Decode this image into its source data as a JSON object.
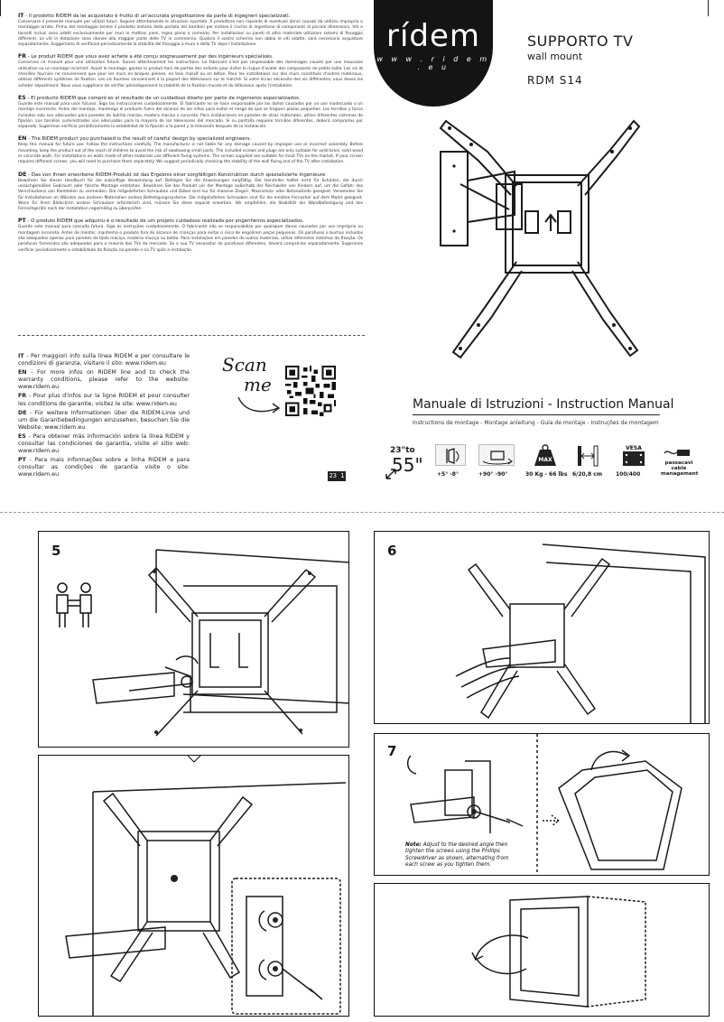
{
  "header": {
    "logo": "rídem",
    "logo_url": "w w w . r i d e m . e u",
    "title": "SUPPORTO TV",
    "subtitle": "wall mount",
    "model": "RDM S14"
  },
  "languages": [
    {
      "code": "IT",
      "intro": "Il prodotto RIDEM da lei acquistato è frutto di un'accurata progettazione da parte di ingegneri specializzati.",
      "body": "Conservare il presente manuale per utilizzi futuri. Seguire attentamente le istruzioni riportate. Il produttore non risponde di eventuali danni causati da utilizzo improprio o montaggio errato. Prima del montaggio tenere il prodotto lontano dalla portata dei bambini per evitare il rischio di ingestione di componenti di piccole dimensioni. Viti e tasselli inclusi sono adatti esclusivamente per muri in mattoni pieni, legno pieno o cemento. Per installazioni su pareti di altro materiale utilizzare sistemi di fissaggio differenti. Le viti in dotazione sono idonee alla maggior parte delle TV in commercio. Qualora il vostro schermo non abbia le viti adatte, sarà necessario acquistare separatamente. Suggeriamo di verificare periodicamente la stabilità del fissaggio a muro e della TV dopo l'installazione."
    },
    {
      "code": "FR",
      "intro": "Le produit RIDEM que vous avez acheté a été conçu soigneusement par des ingénieurs spécialisés.",
      "body": "Conservez ce manuel pour une utilisation future. Suivez attentivement les instructions. Le fabricant n'est pas responsable des dommages causés par une mauvaise utilisation ou un montage incorrect. Avant le montage, gardez le produit hors de portée des enfants pour éviter le risque d'avaler des composants de petite taille. Les vis et chevilles fournies ne conviennent que pour les murs en briques pleines, en bois massif ou en béton. Pour les installations sur des murs constitués d'autres matériaux, utilisez différents systèmes de fixation. Les vis fournies conviennent à la plupart des téléviseurs sur le marché. Si votre écran nécessite des vis différentes, vous devez les acheter séparément. Nous vous suggérons de vérifier périodiquement la stabilité de la fixation murale et du téléviseur après l'installation."
    },
    {
      "code": "ES",
      "intro": "El producto RIDEM que compró es el resultado de un cuidadoso diseño por parte de ingenieros especializados.",
      "body": "Guarde este manual para usos futuros. Siga las instrucciones cuidadosamente. El fabricante no se hace responsable por los daños causados por un uso inadecuado o un montaje incorrecto. Antes del montaje, mantenga el producto fuera del alcance de los niños para evitar el riesgo de que se traguen piezas pequeñas. Los tornillos y tacos incluidos solo son adecuados para paredes de ladrillo macizo, madera maciza o concreto. Para instalaciones en paredes de otros materiales, utilice diferentes sistemas de fijación. Los tornillos suministrados son adecuados para la mayoría de los televisores del mercado. Si su pantalla requiere tornillos diferentes, deberá comprarlos por separado. Sugerimos verificar periódicamente la estabilidad de la fijación a la pared y la televisión después de la instalación."
    },
    {
      "code": "EN",
      "intro": "The RIDEM product you purchased is the result of careful design by specialized engineers.",
      "body": "Keep this manual for future use. Follow the instructions carefully. The manufacturer is not liable for any damage caused by improper use or incorrect assembly. Before mounting, keep the product out of the reach of children to avoid the risk of swallowing small parts. The included screws and plugs are only suitable for solid brick, solid wood or concrete walls. For installations on walls made of other materials use different fixing systems. The screws supplied are suitable for most TVs on the market. If your screen requires different screws, you will need to purchase them separately. We suggest periodically checking the stability of the wall fixing and of the TV after installation."
    },
    {
      "code": "DE",
      "intro": "Das von Ihnen erworbene RIDEM-Produkt ist das Ergebnis einer sorgfältigen Konstruktion durch spezialisierte Ingenieure.",
      "body": "Bewahren Sie dieses Handbuch für die zukünftige Verwendung auf. Befolgen Sie die Anweisungen sorgfältig. Der Hersteller haftet nicht für Schäden, die durch unsachgemäßen Gebrauch oder falsche Montage entstehen. Bewahren Sie das Produkt vor der Montage außerhalb der Reichweite von Kindern auf, um die Gefahr des Verschluckens von Kleinteilen zu vermeiden. Die mitgelieferten Schrauben und Dübel sind nur für massive Ziegel-, Massivholz- oder Betonwände geeignet. Verwenden Sie für Installationen an Wänden aus anderen Materialien andere Befestigungssysteme. Die mitgelieferten Schrauben sind für die meisten Fernseher auf dem Markt geeignet. Wenn für Ihren Bildschirm andere Schrauben erforderlich sind, müssen Sie diese separat erwerben. Wir empfehlen, die Stabilität der Wandbefestigung und des Fernsehgeräts nach der Installation regelmäßig zu überprüfen."
    },
    {
      "code": "PT",
      "intro": "O produto RIDEM que adquiriu é o resultado de um projeto cuidadoso realizado por engenheiros especializados.",
      "body": "Guarde este manual para consulta futura. Siga as instruções cuidadosamente. O fabricante não se responsabiliza por quaisquer danos causados por uso impróprio ou montagem incorreta. Antes de montar, mantenha o produto fora do alcance de crianças para evitar o risco de engolirem peças pequenas. Os parafusos e buchas incluídos são adequados apenas para paredes de tijolo maciço, madeira maciça ou betão. Para instalações em paredes de outros materiais, utilize diferentes sistemas de fixação. Os parafusos fornecidos são adequados para a maioria das TVs do mercado. Se a sua TV necessitar de parafusos diferentes, deverá comprá-los separadamente. Sugerimos verificar periodicamente a estabilidade da fixação na parede e na TV após a instalação."
    }
  ],
  "info": [
    {
      "code": "IT",
      "text": "Per maggiori info sulla linea RIDEM e per consultare le condizioni di garanzia, visitare il sito: www.ridem.eu"
    },
    {
      "code": "EN",
      "text": "For more infos on RIDEM line and to check the warranty conditions, please refer to the website: www.ridem.eu"
    },
    {
      "code": "FR",
      "text": "Pour plus d'infos sur la ligne RIDEM et pour consulter les conditions de garantie, visitez le site: www.ridem.eu"
    },
    {
      "code": "DE",
      "text": "Für weitere Informationen über die RIDEM-Linie und um die Garantiebedingungen einzusehen, besuchen Sie die Website: www.ridem.eu"
    },
    {
      "code": "ES",
      "text": "Para obtener más información sobre la línea RIDEM y consultar las condiciones de garantía, visite el sitio web: www.ridem.eu"
    },
    {
      "code": "PT",
      "text": "Para mais informações sobre a linha RIDEM e para consultar as condições de garantia visite o site: www.ridem.eu"
    }
  ],
  "scan": {
    "line1": "Scan",
    "line2": "me"
  },
  "page_number": "23 1",
  "manual": {
    "title": "Manuale di Istruzioni - Instruction Manual",
    "subtitle": "Instructions de montage - Montage anleitung - Guía de montaje - Instruções de montagem"
  },
  "specs": [
    {
      "icon": "screen-size-icon",
      "label": "",
      "size_from": "23\"to",
      "size_to": "55\""
    },
    {
      "icon": "tilt-icon",
      "label": "+5° -8°"
    },
    {
      "icon": "swivel-icon",
      "label": "+90° -90°"
    },
    {
      "icon": "weight-icon",
      "label": "30 Kg - 66 lbs",
      "badge": "MAX"
    },
    {
      "icon": "wall-distance-icon",
      "label": "6/20,8 cm"
    },
    {
      "icon": "vesa-icon",
      "label": "100/400",
      "badge": "VESA"
    },
    {
      "icon": "cable-management-icon",
      "label": "passacavi cable management"
    }
  ],
  "steps": [
    {
      "number": "5"
    },
    {
      "number": "6"
    },
    {
      "number": "7",
      "note_bold": "Note:",
      "note": "Adjust to the desired angle then tighten the screws using the Phillips Screwdriver as shown, alternating from each screw as you tighten them."
    }
  ]
}
